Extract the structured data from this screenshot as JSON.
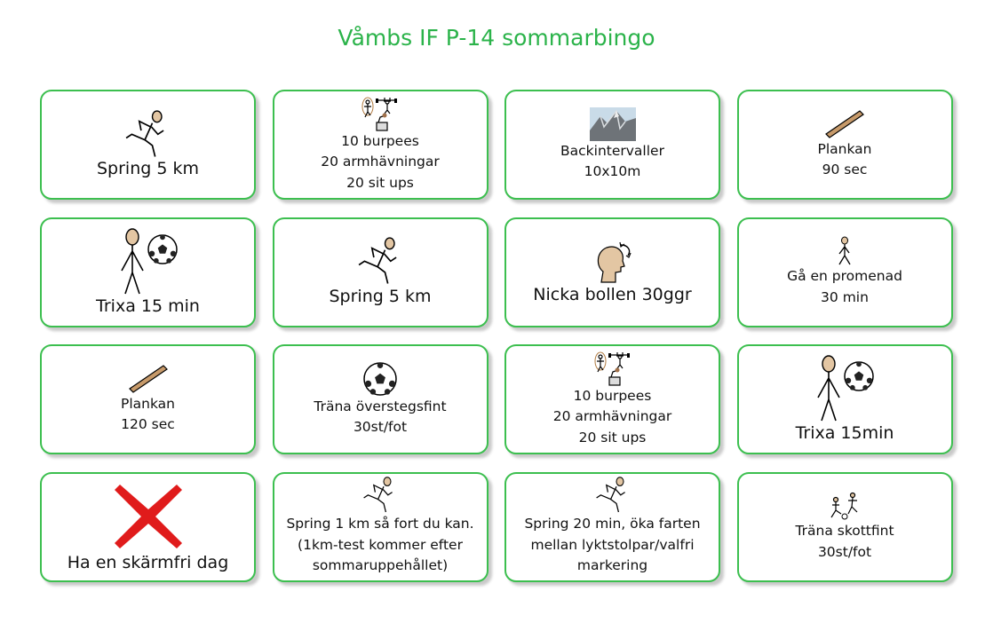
{
  "title": "Våmbs IF P-14 sommarbingo",
  "cards": [
    {
      "icon": "runner-icon",
      "big": true,
      "lines": [
        "Spring 5 km"
      ]
    },
    {
      "icon": "workout-icon",
      "big": false,
      "lines": [
        "10 burpees",
        "20 armhävningar",
        "20 sit ups"
      ]
    },
    {
      "icon": "hill-icon",
      "big": false,
      "lines": [
        "Backintervaller",
        "10x10m"
      ]
    },
    {
      "icon": "plank-icon",
      "big": false,
      "lines": [
        "Plankan",
        "90 sec"
      ]
    },
    {
      "icon": "juggle-icon",
      "big": true,
      "lines": [
        "Trixa 15 min"
      ]
    },
    {
      "icon": "runner-icon",
      "big": true,
      "lines": [
        "Spring 5 km"
      ]
    },
    {
      "icon": "header-icon",
      "big": true,
      "lines": [
        "Nicka bollen 30ggr"
      ]
    },
    {
      "icon": "walker-icon",
      "big": false,
      "lines": [
        "Gå en promenad",
        "30 min"
      ]
    },
    {
      "icon": "plank-icon",
      "big": false,
      "lines": [
        "Plankan",
        "120 sec"
      ]
    },
    {
      "icon": "ball-icon",
      "big": false,
      "lines": [
        "Träna överstegsfint",
        "30st/fot"
      ]
    },
    {
      "icon": "workout-icon",
      "big": false,
      "lines": [
        "10 burpees",
        "20 armhävningar",
        "20 sit ups"
      ]
    },
    {
      "icon": "juggle-icon",
      "big": true,
      "lines": [
        "Trixa 15min"
      ]
    },
    {
      "icon": "cross-icon",
      "big": true,
      "lines": [
        "Ha en skärmfri dag"
      ]
    },
    {
      "icon": "runner-icon",
      "big": false,
      "lines": [
        "Spring 1 km så fort du kan.",
        "(1km-test kommer efter",
        "sommaruppehållet)"
      ]
    },
    {
      "icon": "runner-icon",
      "big": false,
      "lines": [
        "Spring 20 min, öka farten",
        "mellan lyktstolpar/valfri",
        "markering"
      ]
    },
    {
      "icon": "kick-icon",
      "big": false,
      "lines": [
        "Träna skottfint",
        "30st/fot"
      ]
    }
  ]
}
